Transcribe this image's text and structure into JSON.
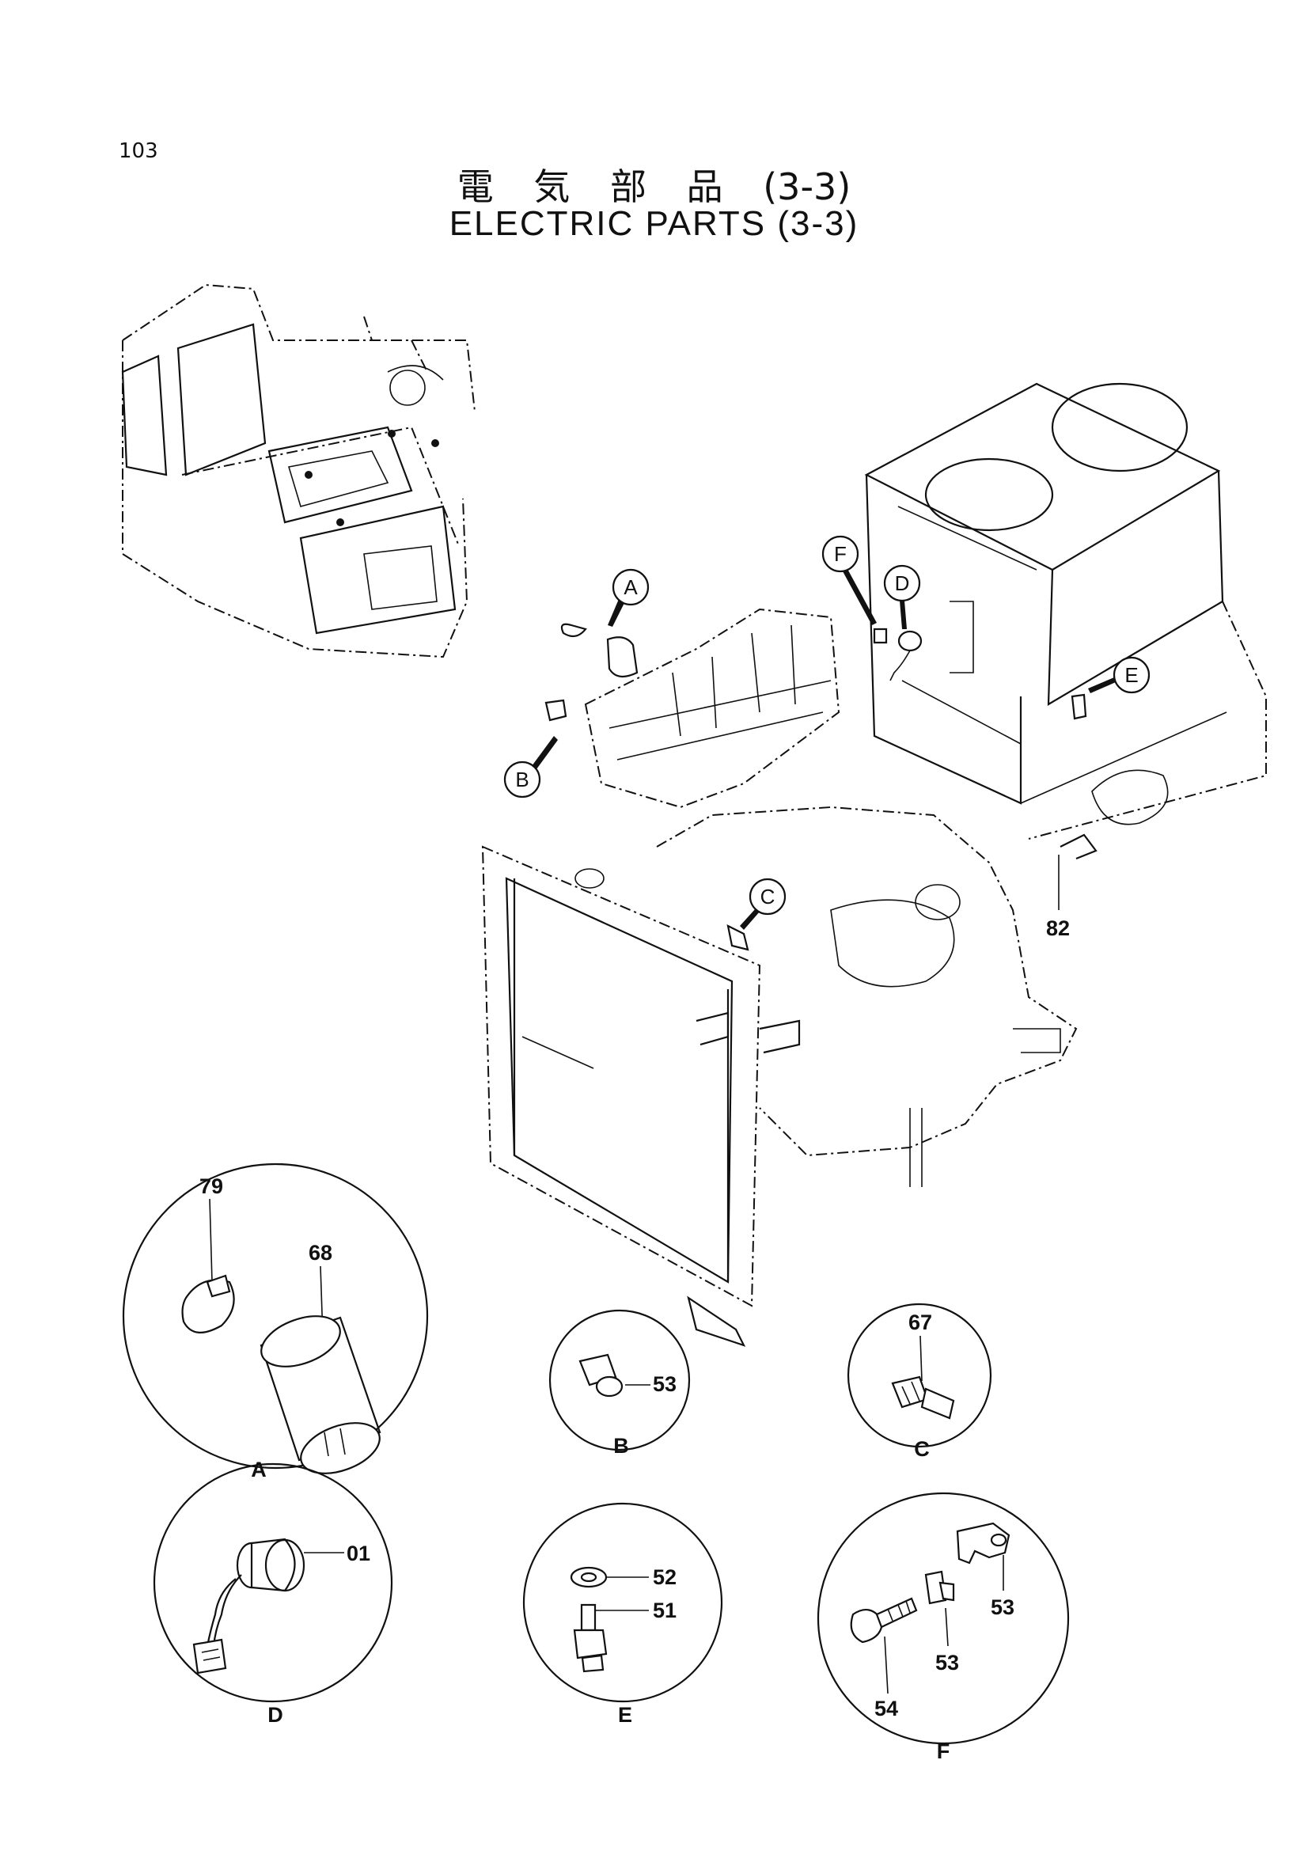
{
  "page": {
    "number": "103",
    "title_jp": "電 気 部 品",
    "title_jp_suffix": "(3-3)",
    "title_en": "ELECTRIC  PARTS (3-3)"
  },
  "callouts": {
    "A": "A",
    "B": "B",
    "C": "C",
    "D": "D",
    "E": "E",
    "F": "F"
  },
  "main_part_labels": {
    "p82": "82"
  },
  "detail_views": {
    "A": {
      "label": "A",
      "parts": [
        "79",
        "68"
      ]
    },
    "B": {
      "label": "B",
      "parts": [
        "53"
      ]
    },
    "C": {
      "label": "C",
      "parts": [
        "67"
      ]
    },
    "D": {
      "label": "D",
      "parts": [
        "01"
      ]
    },
    "E": {
      "label": "E",
      "parts": [
        "52",
        "51"
      ]
    },
    "F": {
      "label": "F",
      "parts": [
        "54",
        "53",
        "53"
      ]
    }
  }
}
